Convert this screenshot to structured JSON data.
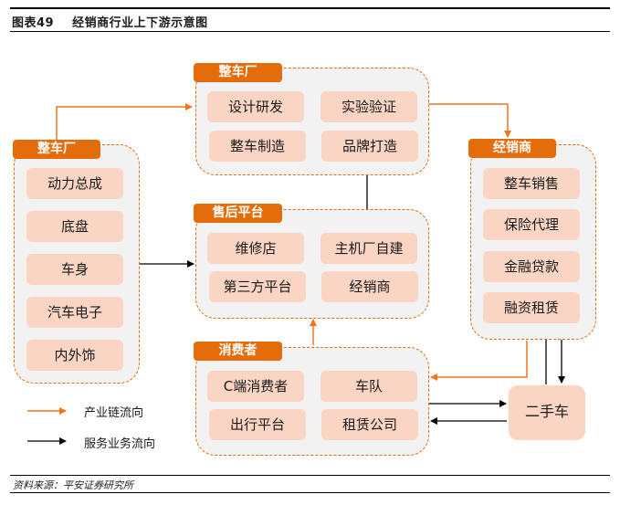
{
  "figure": {
    "number": "图表49",
    "title": "经销商行业上下游示意图",
    "source": "资料来源：平安证券研究所"
  },
  "colors": {
    "accent": "#e46c0a",
    "cell_fill": "#fbd5c4",
    "group_fill": "#f2f2f2",
    "service_arrow": "#000000",
    "chain_arrow": "#f4731c"
  },
  "groups": {
    "supplier": {
      "label": "整车厂",
      "items": [
        "动力总成",
        "底盘",
        "车身",
        "汽车电子",
        "内外饰"
      ]
    },
    "oem": {
      "label": "整车厂",
      "items": [
        "设计研发",
        "实验验证",
        "整车制造",
        "品牌打造"
      ]
    },
    "aftersales": {
      "label": "售后平台",
      "items": [
        "维修店",
        "主机厂自建",
        "第三方平台",
        "经销商"
      ]
    },
    "consumer": {
      "label": "消费者",
      "items": [
        "C端消费者",
        "车队",
        "出行平台",
        "租赁公司"
      ]
    },
    "dealer": {
      "label": "经销商",
      "items": [
        "整车销售",
        "保险代理",
        "金融贷款",
        "融资租赁"
      ]
    },
    "used_car": {
      "label": "二手车"
    }
  },
  "legend": [
    {
      "label": "产业链流向",
      "icon": "orange-arrow-icon"
    },
    {
      "label": "服务业务流向",
      "icon": "black-arrow-icon"
    }
  ]
}
